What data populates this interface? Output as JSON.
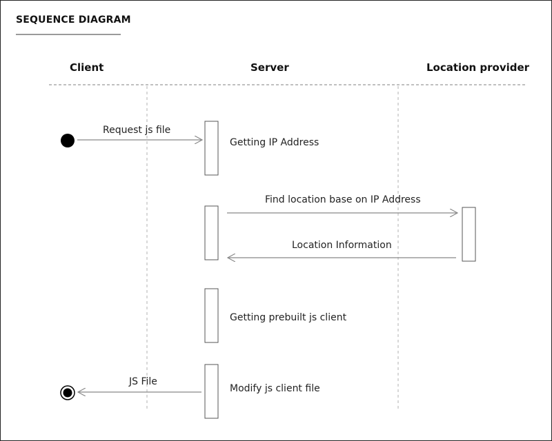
{
  "title": "SEQUENCE DIAGRAM",
  "lanes": {
    "client": "Client",
    "server": "Server",
    "location_provider": "Location provider"
  },
  "messages": {
    "request_js_file": "Request js file",
    "find_location": "Find location base on IP Address",
    "location_information": "Location Information",
    "js_file": "JS File"
  },
  "notes": {
    "getting_ip": "Getting IP Address",
    "getting_prebuilt": "Getting prebuilt js client",
    "modify_client": "Modify js client file"
  }
}
